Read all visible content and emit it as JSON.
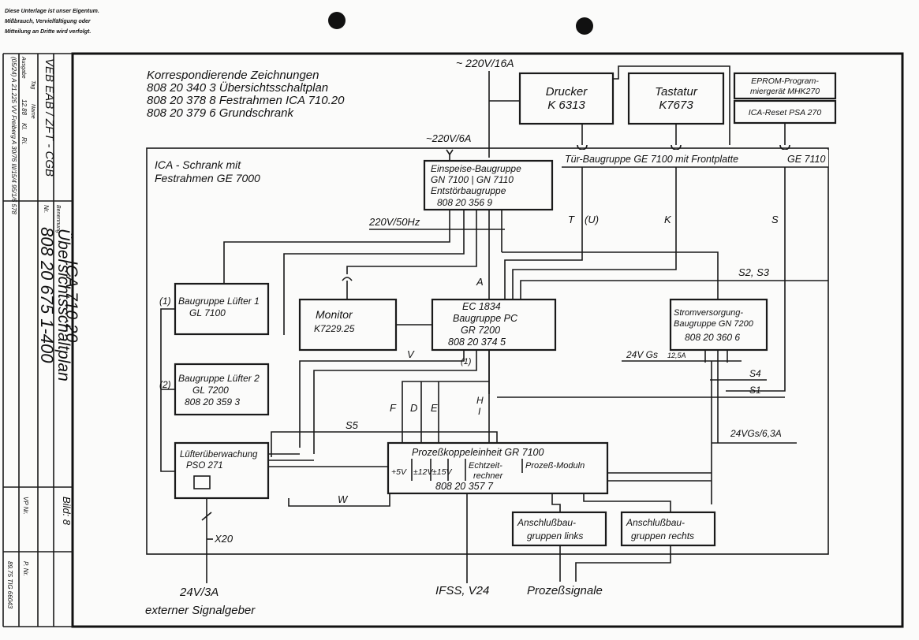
{
  "notice": {
    "line1": "Diese Unterlage ist unser Eigentum.",
    "line2": "Mißbrauch, Vervielfältigung oder",
    "line3": "Mitteilung an Dritte wird verfolgt."
  },
  "title_block": {
    "org": "VEB EAB / ZFT - CGB",
    "benennung_label": "Benennung",
    "title1": "ICA 710.20",
    "title2": "Übersichtsschaltplan",
    "nr_label": "Nr.",
    "number": "808 20 675 1-400",
    "bild": "Bild: 8",
    "vp_label": "VP Nr.",
    "p_label": "P. Nr.",
    "side_code": "89.75 TIG 66043",
    "date_line": "12.88",
    "name_line": "Kl.",
    "sig_line": "Ri.",
    "col1": "Ausgabe",
    "col2": "Tag",
    "col3": "Name",
    "print_note": "(05/24) A 21.225 VV Freiberg A 30/76 III/15/4 95/1/6 578"
  },
  "header_notes": {
    "heading": "Korrespondierende Zeichnungen",
    "item1": "808 20 340 3 Übersichtsschaltplan",
    "item2": "808 20 378 8 Festrahmen ICA 710.20",
    "item3": "808 20 379 6 Grundschrank"
  },
  "cabinet": {
    "line1": "ICA - Schrank mit",
    "line2": "Festrahmen GE 7000"
  },
  "supply": {
    "main": "~ 220V/16A",
    "sub": "~220V/6A",
    "bus": "220V/50Hz",
    "ext1": "24V/3A",
    "ext2": "externer Signalgeber",
    "x20": "X20"
  },
  "blocks": {
    "drucker": {
      "l1": "Drucker",
      "l2": "K 6313"
    },
    "tastatur": {
      "l1": "Tastatur",
      "l2": "K7673"
    },
    "eprom": {
      "l1": "EPROM-Program-",
      "l2": "miergerät MHK270"
    },
    "reset": {
      "l1": "ICA-Reset PSA 270"
    },
    "door": {
      "l1": "Tür-Baugruppe GE 7100 mit Frontplatte",
      "l2": "GE 7110"
    },
    "einspeise": {
      "l1": "Einspeise-Baugruppe",
      "l2": "GN 7100 | GN 7110",
      "l3": "Entstörbaugruppe",
      "l4": "808 20 356 9"
    },
    "luefter1": {
      "l1": "Baugruppe Lüfter 1",
      "l2": "GL 7100"
    },
    "luefter2": {
      "l1": "Baugruppe Lüfter 2",
      "l2": "GL 7200",
      "l3": "808 20 359 3"
    },
    "monitor": {
      "l1": "Monitor",
      "l2": "K7229.25"
    },
    "pc": {
      "l1": "EC 1834",
      "l2": "Baugruppe PC",
      "l3": "GR 7200",
      "l4": "808 20 374 5"
    },
    "strom": {
      "l1": "Stromversorgung-",
      "l2": "Baugruppe GN 7200",
      "l3": "808 20 360 6"
    },
    "lueftwatch": {
      "l1": "Lüfterüberwachung",
      "l2": "PSO 271"
    },
    "prozess": {
      "l1": "Prozeßkoppeleinheit GR 7100",
      "c1": "+5V",
      "c2": "±12V",
      "c3": "±15V",
      "c4": "Echtzeit-",
      "c4b": "rechner",
      "c5": "Prozeß-Moduln",
      "l3": "808 20 357 7"
    },
    "anschl_l": {
      "l1": "Anschlußbau-",
      "l2": "gruppen links"
    },
    "anschl_r": {
      "l1": "Anschlußbau-",
      "l2": "gruppen rechts"
    }
  },
  "signals": {
    "T": "T",
    "U": "(U)",
    "K": "K",
    "S": "S",
    "S2S3": "S2, S3",
    "A": "A",
    "one_a": "(1)",
    "one_b": "(1)",
    "two": "(2)",
    "V": "V",
    "W": "W",
    "S5": "S5",
    "F": "F",
    "D": "D",
    "E": "E",
    "H": "H",
    "I": "I",
    "S4": "S4",
    "S1": "S1",
    "v24gs": "24V Gs",
    "v24sub": "12,5A",
    "v24gs2": "24VGs/6,3A"
  },
  "bottom": {
    "ifss": "IFSS, V24",
    "prozess": "Prozeßsignale"
  }
}
